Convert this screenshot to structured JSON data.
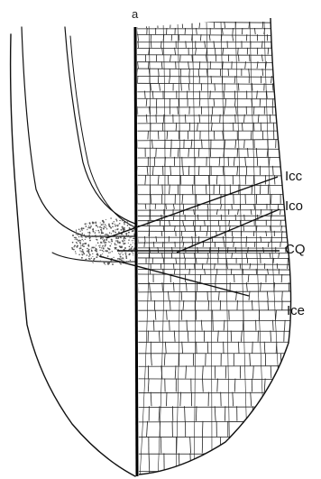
{
  "figure": {
    "top_mark": "a",
    "labels": {
      "icc": "Icc",
      "ico": "Ico",
      "cq": "CQ",
      "ice": "Ice"
    }
  },
  "colors": {
    "ink": "#111111",
    "paper": "#ffffff",
    "stipple": "#555555"
  }
}
